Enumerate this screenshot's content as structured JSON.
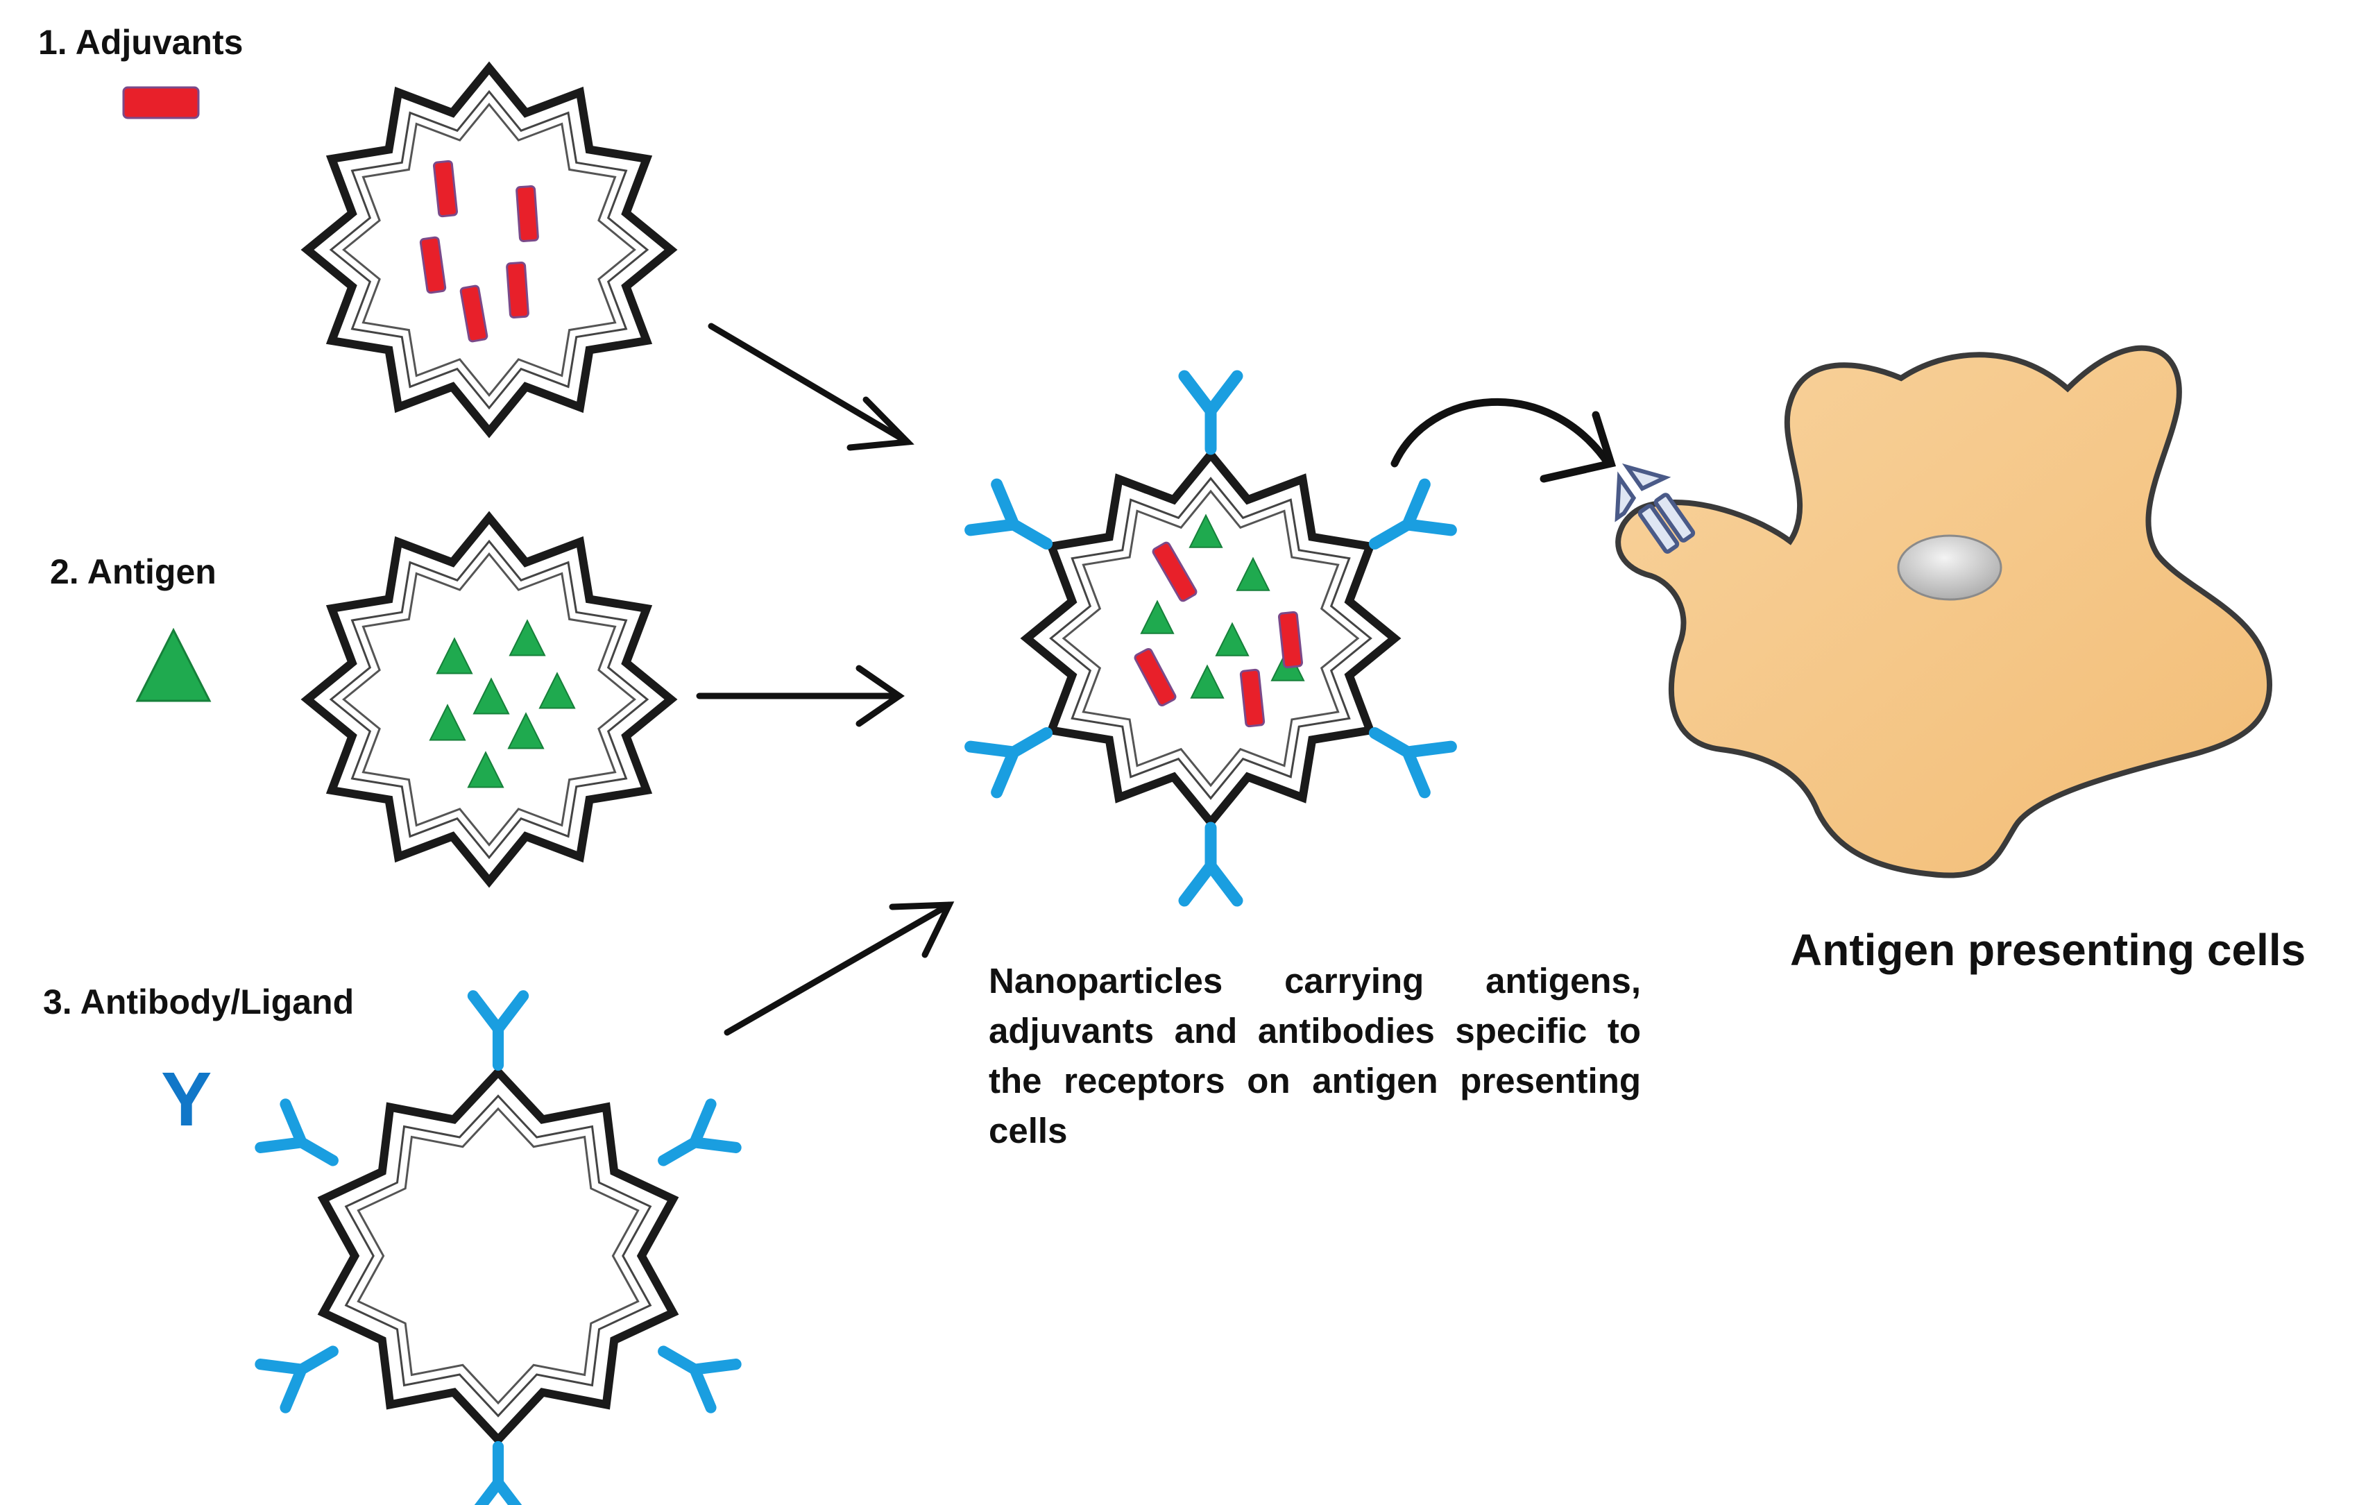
{
  "legend": {
    "adjuvants_label": "1. Adjuvants",
    "antigen_label": "2. Antigen",
    "antibody_label": "3. Antibody/Ligand",
    "antibody_symbol": "Y"
  },
  "caption": "Nanoparticles carrying antigens, adjuvants and antibodies specific to the receptors on antigen presenting cells",
  "apc_label": "Antigen presenting cells",
  "colors": {
    "adjuvant": "#e8202a",
    "antigen": "#1faa4f",
    "antibody": "#1a9ee0",
    "antibody_symbol": "#1177c8",
    "cell_fill": "#f6c98a",
    "cell_stroke": "#3a3a3a",
    "nucleus": "#cfcfcf",
    "outline": "#1a1a1a"
  },
  "icons": {
    "adjuvant": "red-rectangle",
    "antigen": "green-triangle",
    "antibody": "blue-y-shape",
    "nanoparticle": "star-burst-shell",
    "receptor": "receptor-glyph"
  }
}
